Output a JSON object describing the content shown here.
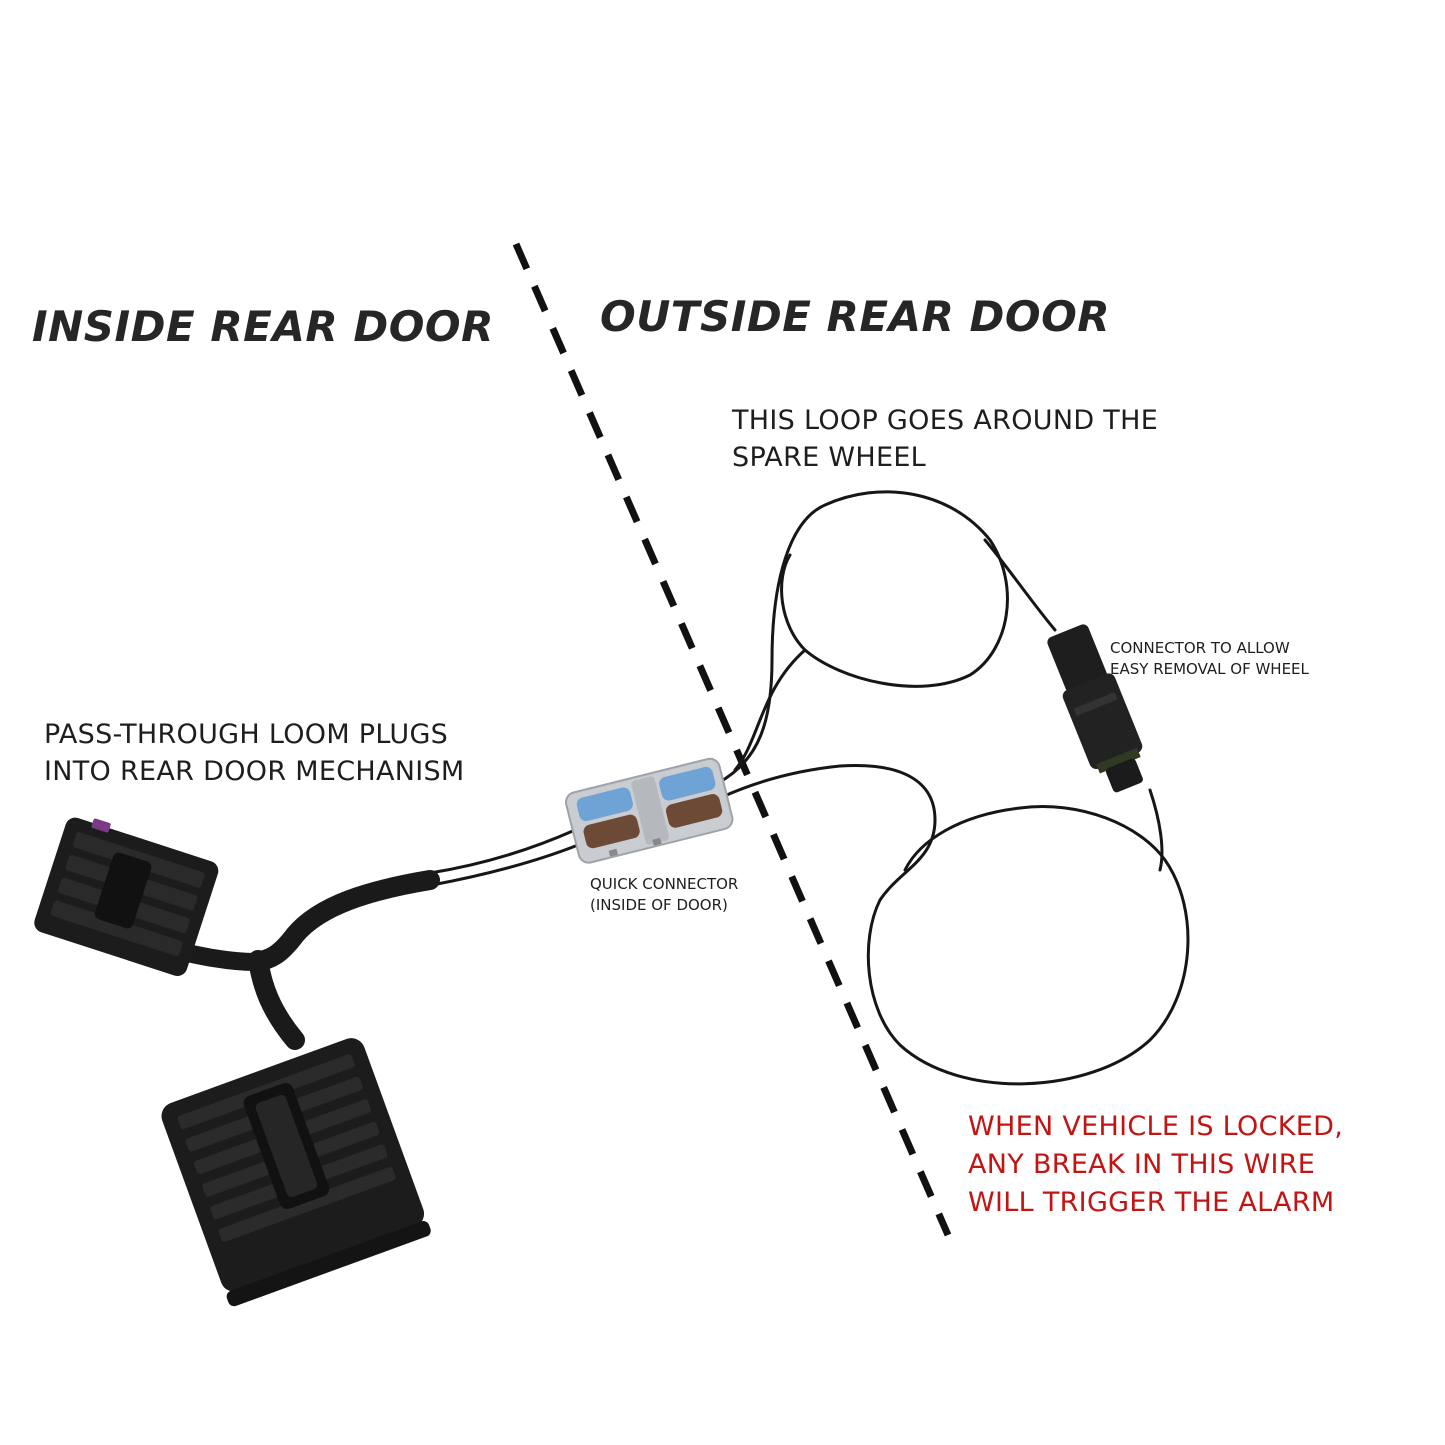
{
  "headings": {
    "inside": "INSIDE REAR DOOR",
    "outside": "OUTSIDE REAR DOOR"
  },
  "notes": {
    "loop": "THIS LOOP GOES AROUND THE\nSPARE WHEEL",
    "connector": "CONNECTOR TO ALLOW\nEASY REMOVAL OF WHEEL",
    "passthrough": "PASS-THROUGH LOOM PLUGS\nINTO REAR DOOR MECHANISM",
    "quick_connector": "QUICK CONNECTOR\n(INSIDE OF DOOR)",
    "alarm": "WHEN VEHICLE IS LOCKED,\nANY BREAK IN THIS WIRE\nWILL TRIGGER THE ALARM"
  },
  "colors": {
    "heading": "#262626",
    "alarm_text": "#c31414",
    "wire": "#161616",
    "connector_body": "#1c1c1c",
    "quick_connector_grey": "#c9ccd0",
    "lever_blue": "#6fa3d6",
    "lever_brown": "#6d4a36"
  }
}
